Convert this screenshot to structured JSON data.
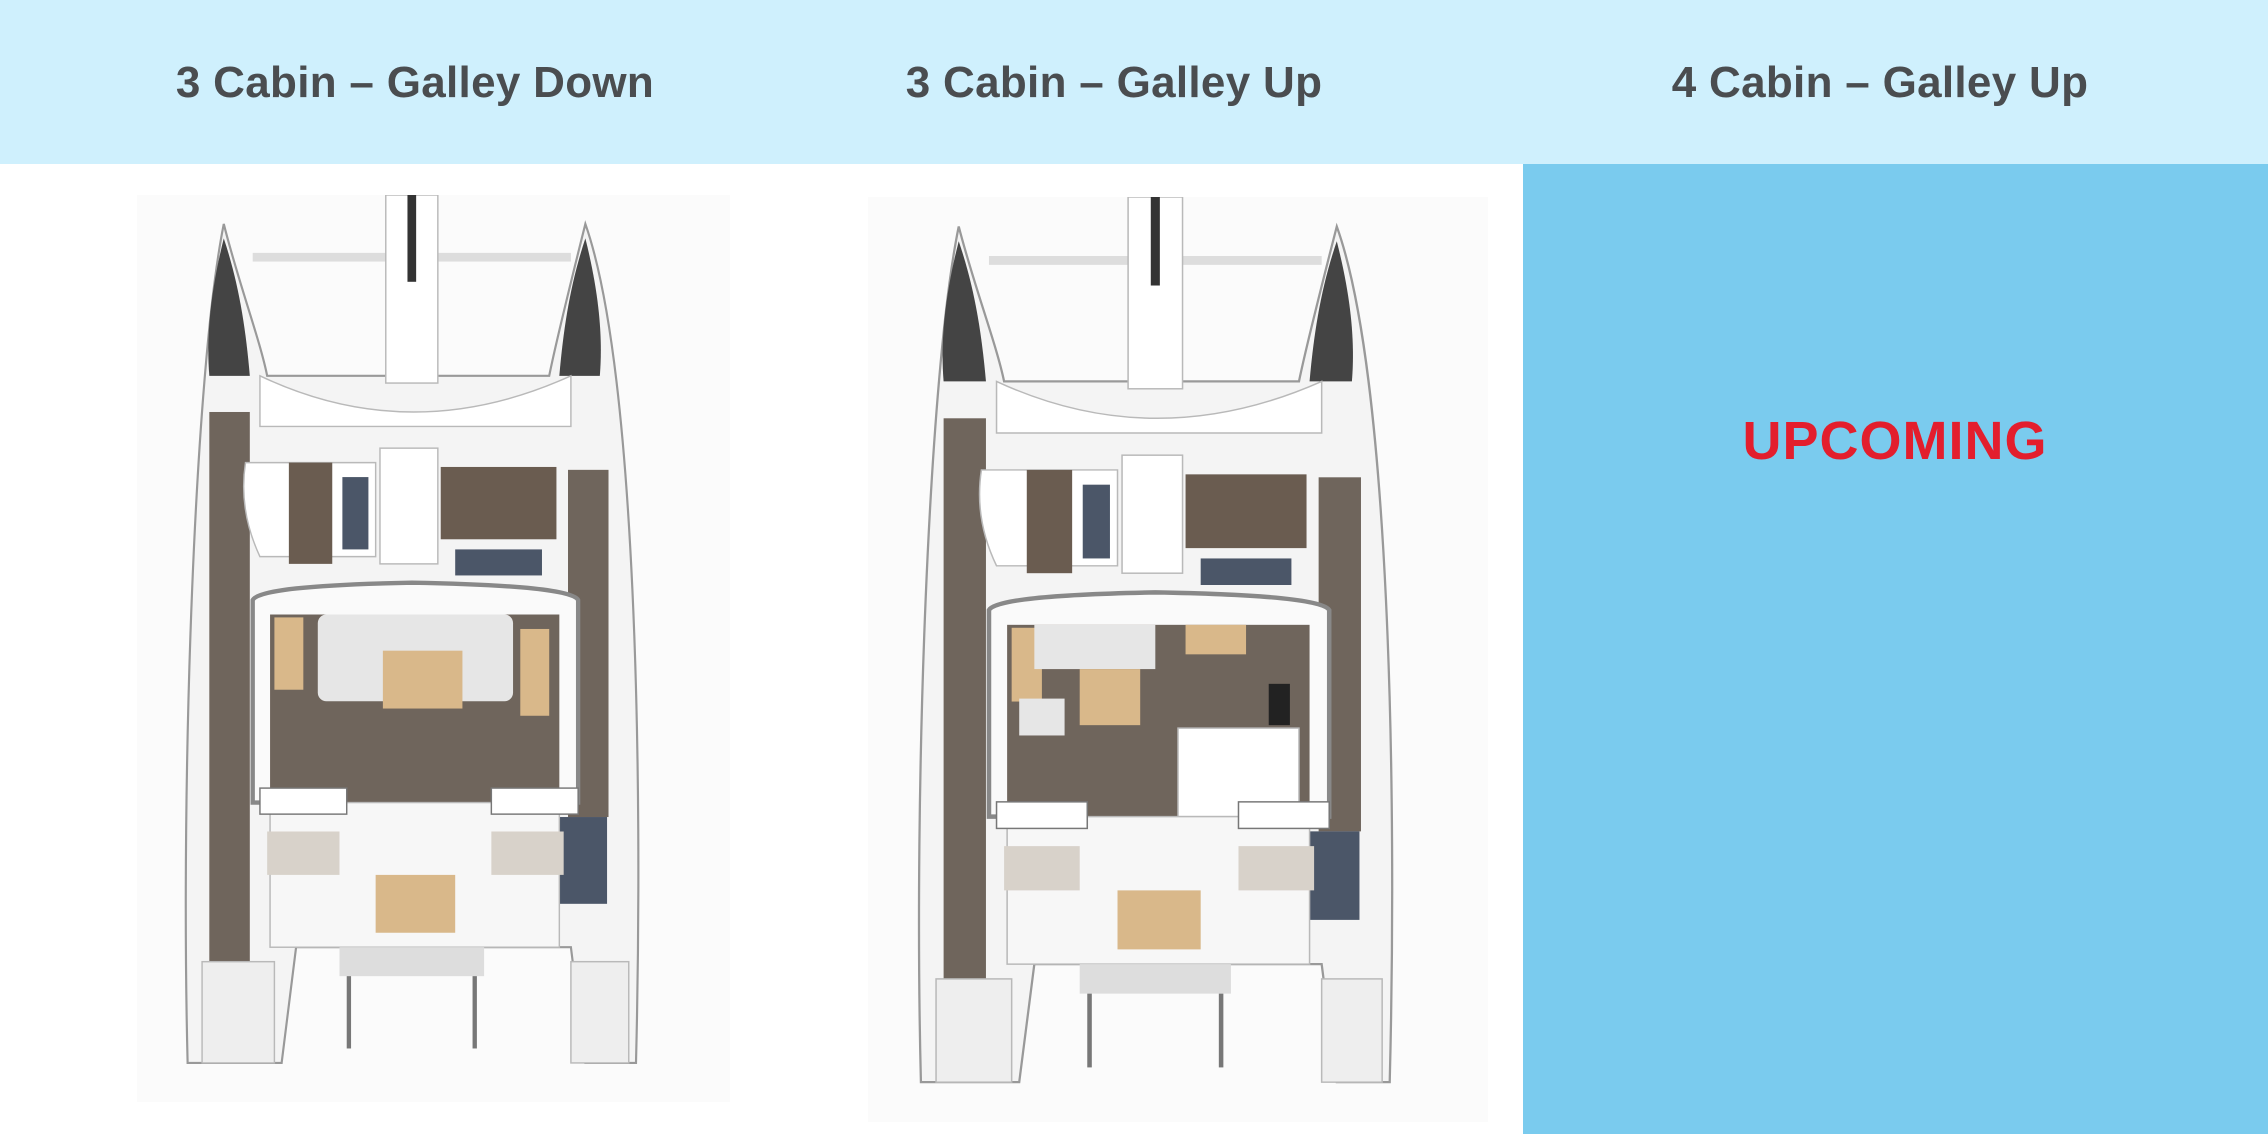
{
  "layouts": [
    {
      "title": "3 Cabin – Galley Down",
      "variant": "galley-down"
    },
    {
      "title": "3 Cabin – Galley Up",
      "variant": "galley-up"
    },
    {
      "title": "4 Cabin – Galley Up",
      "status": "UPCOMING"
    }
  ],
  "colors": {
    "header_bg": "#cff0fd",
    "upcoming_bg": "#7acbee",
    "upcoming_text": "#e31e2d",
    "title_text": "#4a4d50"
  }
}
